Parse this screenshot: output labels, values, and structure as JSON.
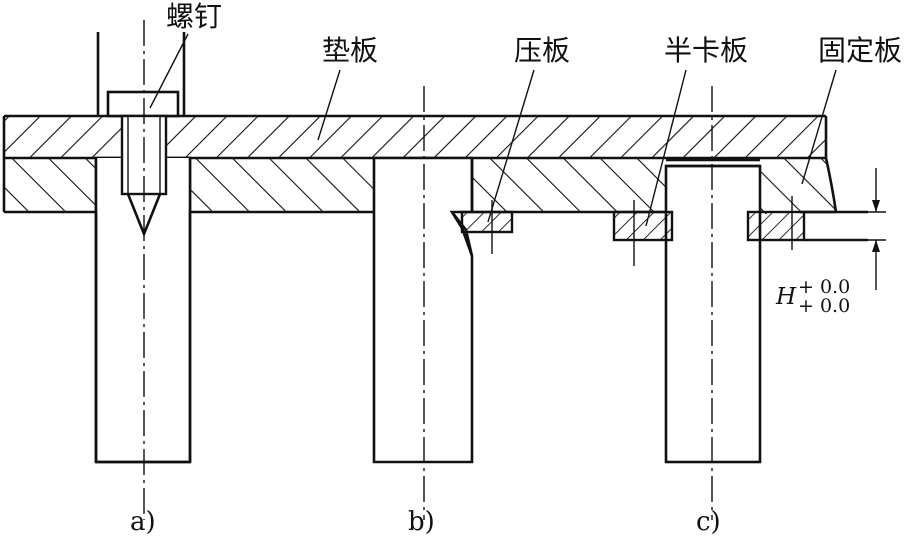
{
  "labels": {
    "screw": "螺钉",
    "backing_plate": "垫板",
    "pressure_plate": "压板",
    "half_clamp_plate": "半卡板",
    "fixing_plate": "固定板"
  },
  "captions": {
    "a": "a)",
    "b": "b)",
    "c": "c)"
  },
  "dimension": {
    "symbol": "H",
    "upper_tol": "+ 0.0",
    "lower_tol": "+ 0.0"
  }
}
